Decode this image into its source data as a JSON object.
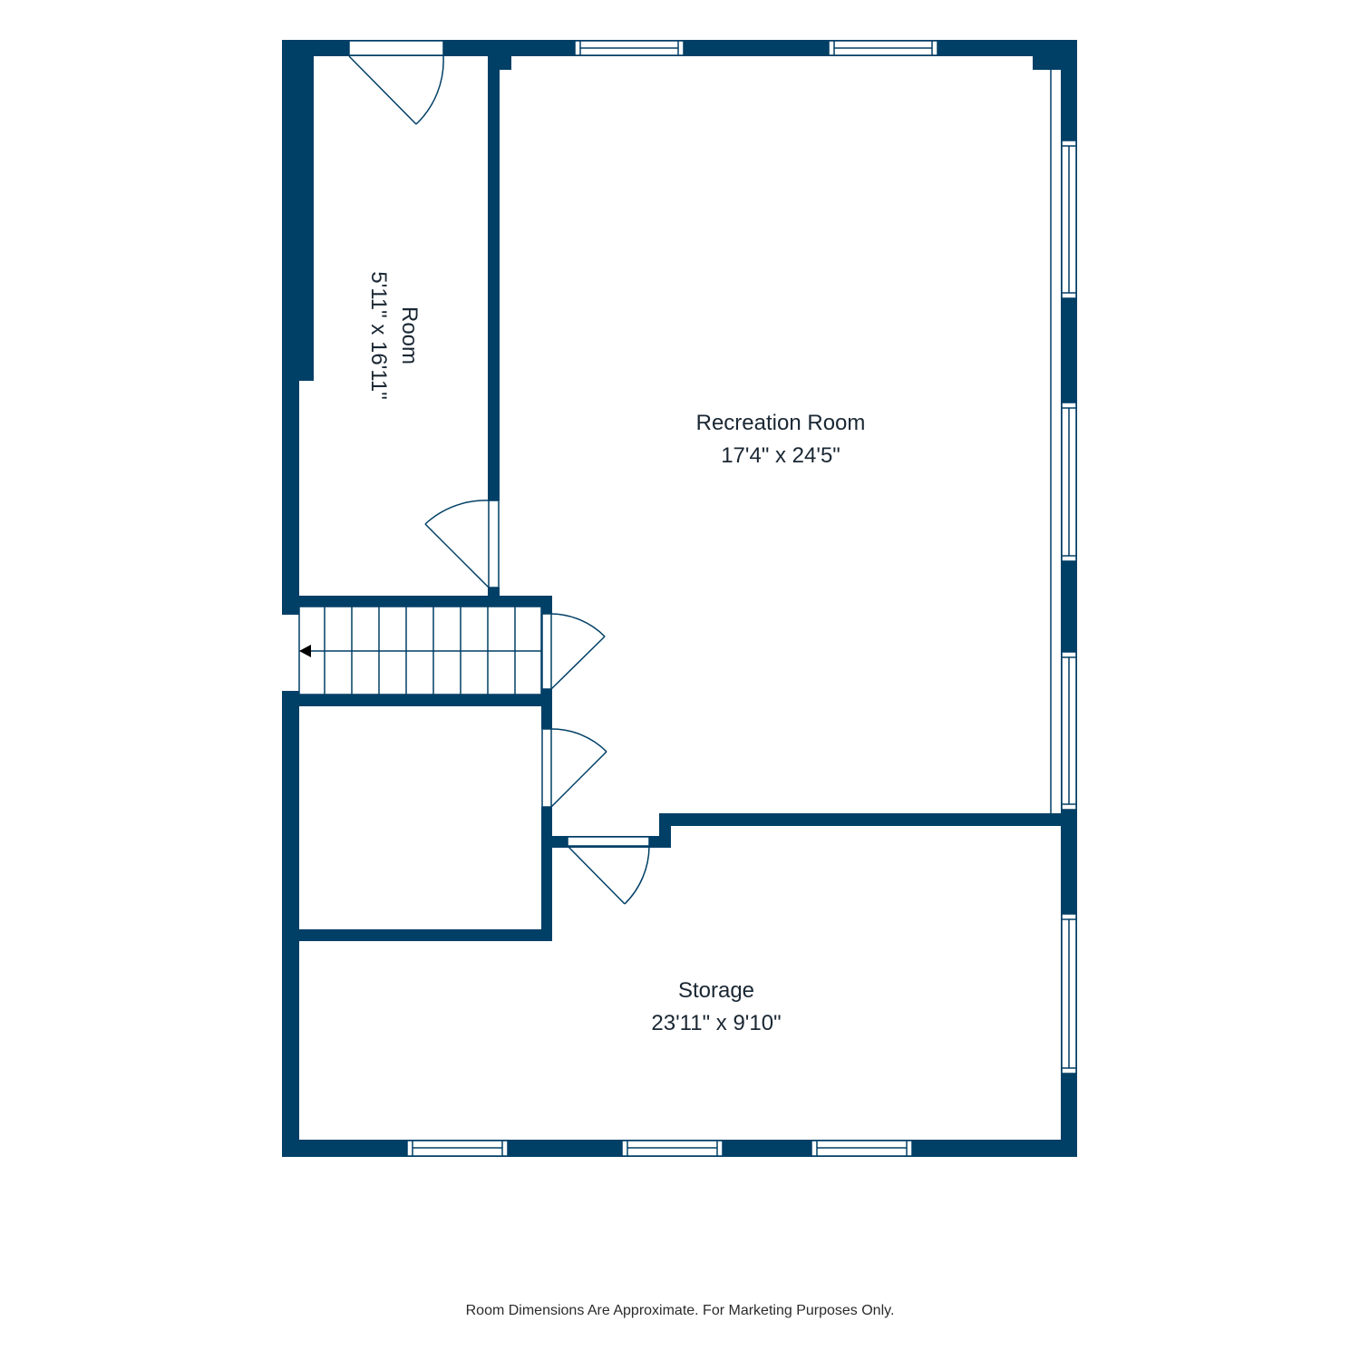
{
  "colors": {
    "wall": "#003f66",
    "fixture": "#003f66",
    "background": "#ffffff",
    "text": "#1a2733"
  },
  "rooms": {
    "room": {
      "name": "Room",
      "dims": "5'11\" x 16'11\""
    },
    "recreation": {
      "name": "Recreation Room",
      "dims": "17'4\" x 24'5\""
    },
    "storage": {
      "name": "Storage",
      "dims": "23'11\" x 9'10\""
    }
  },
  "icons": {
    "stair_arrow": "arrow-left-icon"
  },
  "footer": {
    "disclaimer": "Room Dimensions Are Approximate. For Marketing Purposes Only."
  }
}
